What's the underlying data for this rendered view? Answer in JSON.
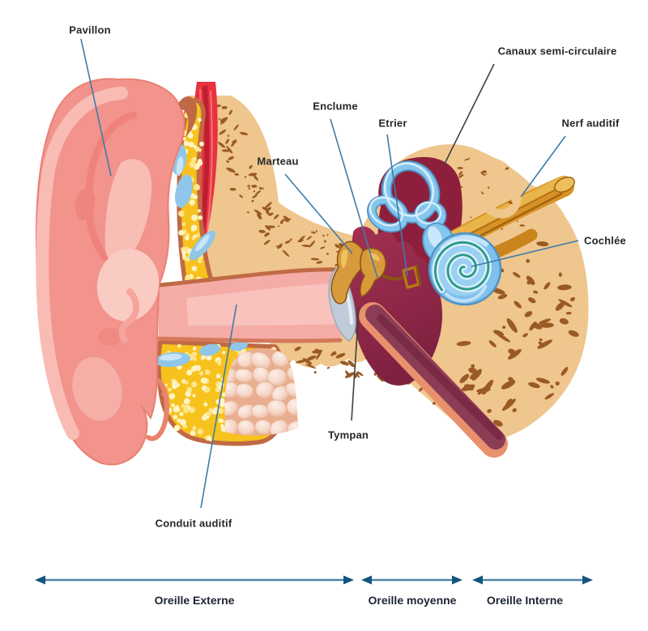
{
  "diagram": {
    "type": "anatomy-ear-cross-section",
    "callouts": [
      {
        "id": "pavillon",
        "label": "Pavillon"
      },
      {
        "id": "marteau",
        "label": "Marteau"
      },
      {
        "id": "enclume",
        "label": "Enclume"
      },
      {
        "id": "etrier",
        "label": "Etrier"
      },
      {
        "id": "canaux",
        "label": "Canaux semi-circulaire"
      },
      {
        "id": "nerf",
        "label": "Nerf auditif"
      },
      {
        "id": "cochlee",
        "label": "Cochlée"
      },
      {
        "id": "tympan",
        "label": "Tympan"
      },
      {
        "id": "conduit",
        "label": "Conduit auditif"
      }
    ],
    "axis": {
      "segments": [
        {
          "label": "Oreille Externe"
        },
        {
          "label": "Oreille moyenne"
        },
        {
          "label": "Oreille Interne"
        }
      ]
    },
    "colors": {
      "leader_blue": "#3D7CA8",
      "leader_dark": "#3F3F3F",
      "axis_line": "#4E84A8",
      "axis_arrow": "#15547E",
      "label_text": "#262626",
      "axis_text": "#1D2533"
    }
  }
}
